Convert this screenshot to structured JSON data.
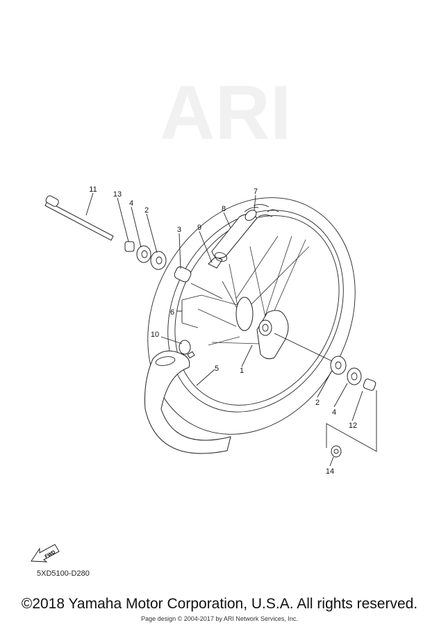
{
  "diagram": {
    "callouts": {
      "axle": "11",
      "collar_left": "13",
      "oil_seal_left": "4",
      "bearing_left": "2",
      "spacer": "3",
      "rim_band": "9",
      "tire_band": "8",
      "tire": "7",
      "spokes": "6",
      "valve": "10",
      "tube": "5",
      "hub": "1",
      "bearing_right": "2",
      "oil_seal_right": "4",
      "collar_right": "12",
      "nut": "14"
    },
    "fwd_icon_label": "FWD",
    "watermark": "ARI",
    "diagram_code": "5XD5100-D280"
  },
  "footer": {
    "copyright": "©2018 Yamaha Motor Corporation, U.S.A. All rights reserved.",
    "page_design": "Page design © 2004-2017 by ARI Network Services, Inc."
  }
}
